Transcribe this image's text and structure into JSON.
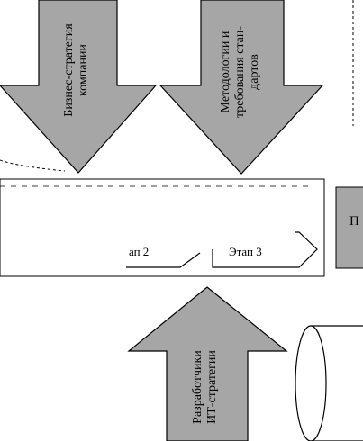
{
  "diagram": {
    "arrows": [
      {
        "lines": [
          "Бизнес-стратегия",
          "компании"
        ]
      },
      {
        "lines": [
          "Методологии и",
          "требования стан-",
          "дартов"
        ]
      },
      {
        "lines": [
          "Разработчики",
          "ИТ-стратегии"
        ]
      }
    ],
    "stages": [
      "ап 2",
      "Этап 3"
    ],
    "side_box_label": "П",
    "cylinder_label": "",
    "colors": {
      "arrow_fill": "#a6a6a6",
      "outline": "#000000"
    }
  }
}
